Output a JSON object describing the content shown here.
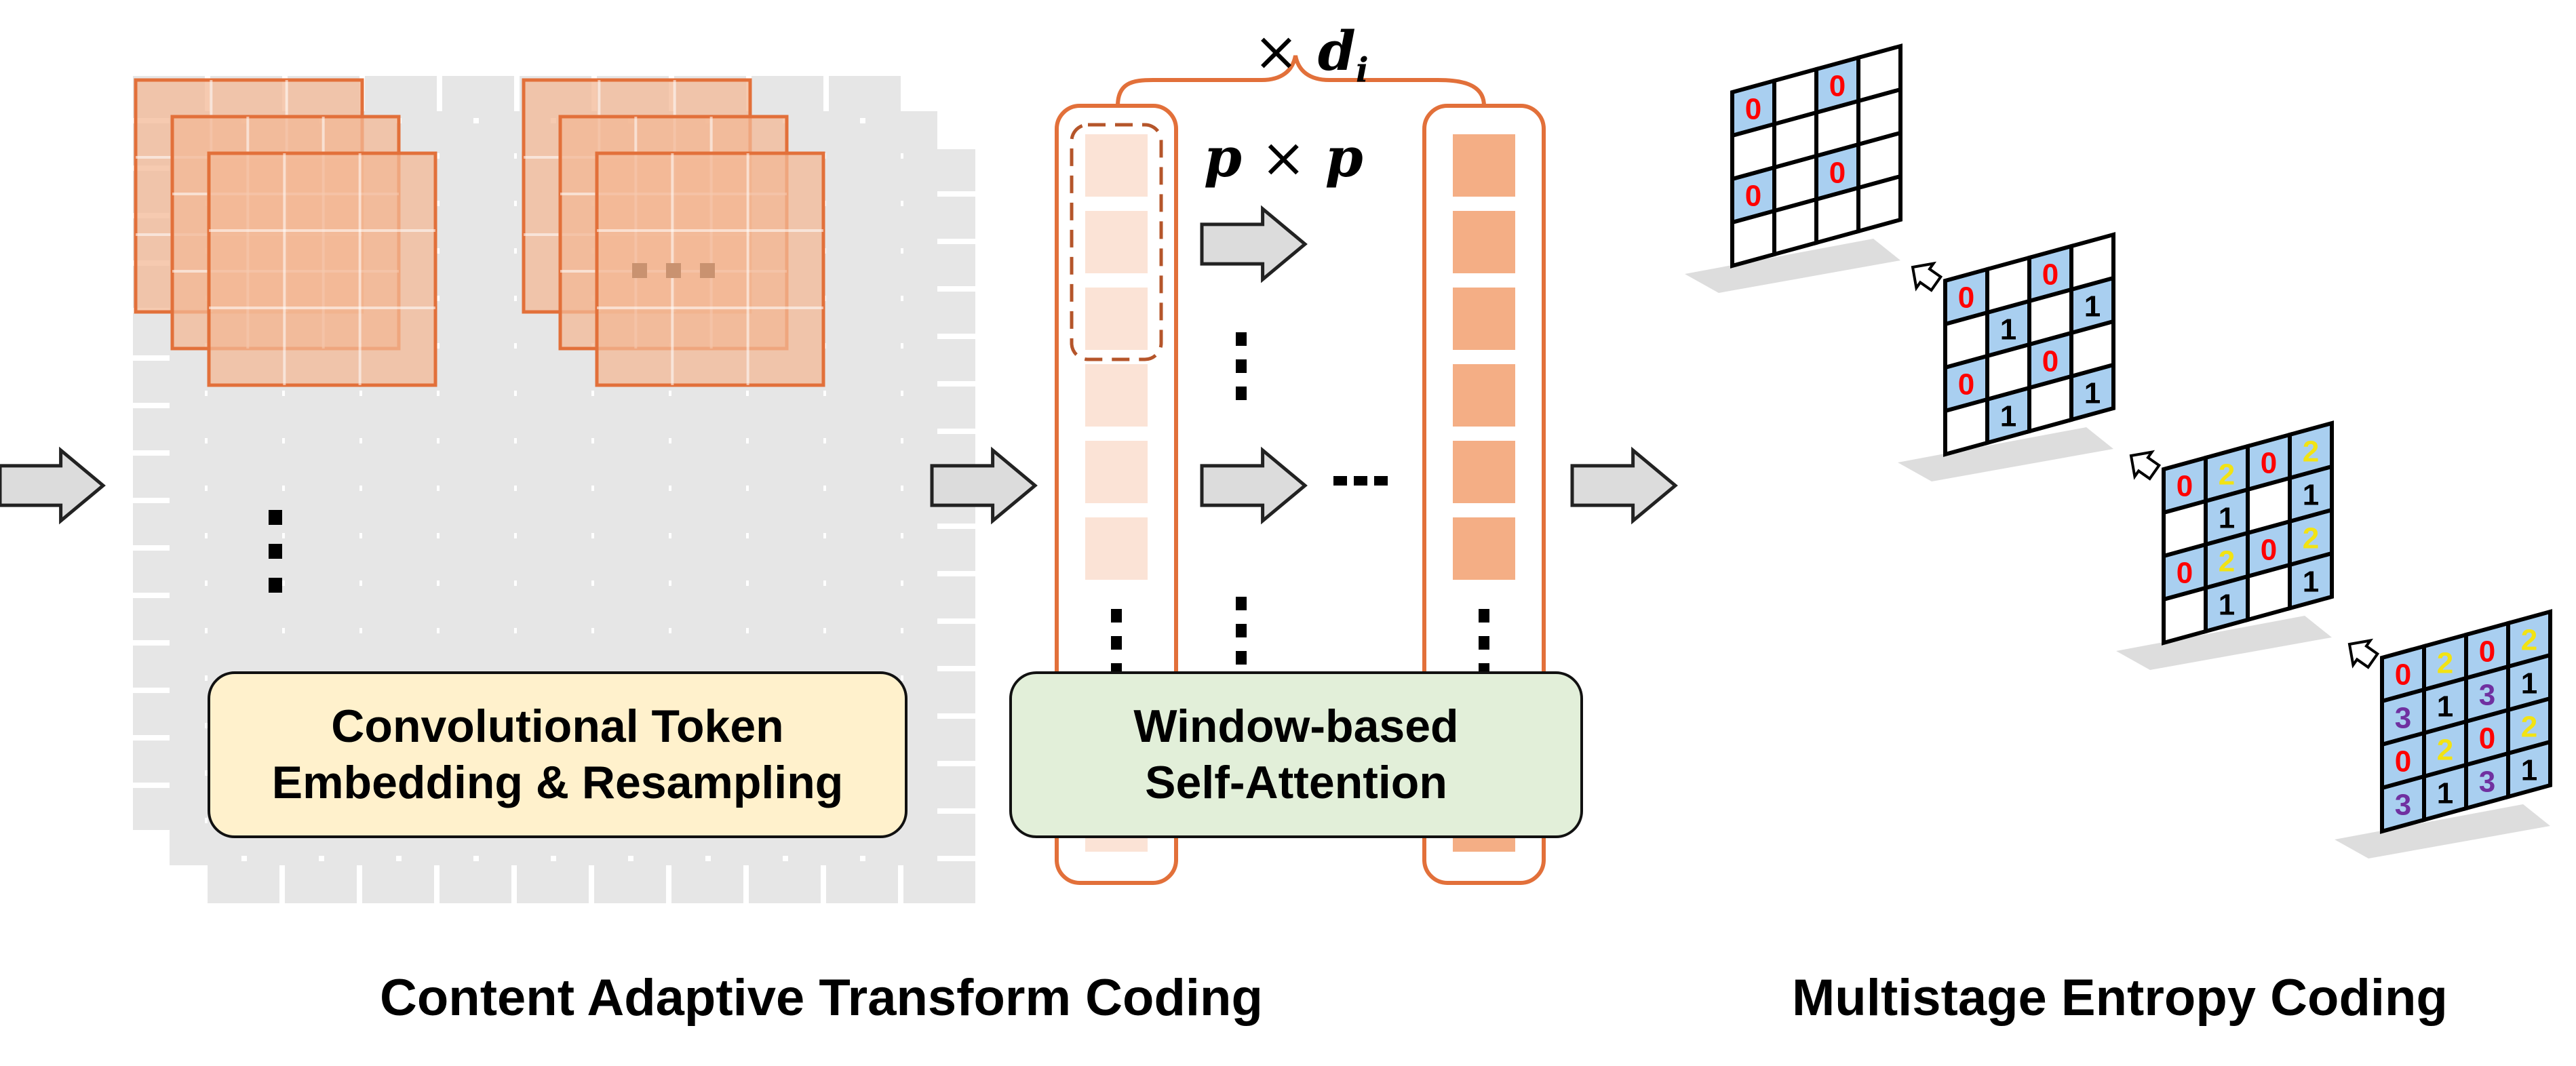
{
  "colors": {
    "accent_orange": "#e2703a",
    "patch_fill": "#f3b895",
    "token_light": "#fbe3d6",
    "token_dark": "#f4ae85",
    "grid_gray": "#e6e6e6",
    "arrow_gray": "#dcdcdc",
    "embedding_box": "#fff1cc",
    "attention_box": "#e2efd9",
    "entropy_cell_blue": "#a9cff0",
    "digit_red": "#ff0000",
    "digit_yellow": "#f2e313",
    "digit_purple": "#7030a0",
    "digit_black": "#000000"
  },
  "labels": {
    "embedding_line1": "Convolutional Token",
    "embedding_line2": "Embedding & Resampling",
    "attention_line1": "Window-based",
    "attention_line2": "Self-Attention",
    "caption_transform": "Content Adaptive Transform Coding",
    "caption_entropy": "Multistage Entropy Coding"
  },
  "math": {
    "window_base": "p",
    "window_times": "×",
    "window_exp": "p",
    "depth_times": "×",
    "depth_base": "d",
    "depth_sub": "i"
  },
  "entropy_stages": [
    [
      [
        "0",
        "",
        "0",
        ""
      ],
      [
        "",
        "",
        "",
        ""
      ],
      [
        "0",
        "",
        "0",
        ""
      ],
      [
        "",
        "",
        "",
        ""
      ]
    ],
    [
      [
        "0",
        "",
        "0",
        ""
      ],
      [
        "",
        "1",
        "",
        "1"
      ],
      [
        "0",
        "",
        "0",
        ""
      ],
      [
        "",
        "1",
        "",
        "1"
      ]
    ],
    [
      [
        "0",
        "2",
        "0",
        "2"
      ],
      [
        "",
        "1",
        "",
        "1"
      ],
      [
        "0",
        "2",
        "0",
        "2"
      ],
      [
        "",
        "1",
        "",
        "1"
      ]
    ],
    [
      [
        "0",
        "2",
        "0",
        "2"
      ],
      [
        "3",
        "1",
        "3",
        "1"
      ],
      [
        "0",
        "2",
        "0",
        "2"
      ],
      [
        "3",
        "1",
        "3",
        "1"
      ]
    ]
  ]
}
